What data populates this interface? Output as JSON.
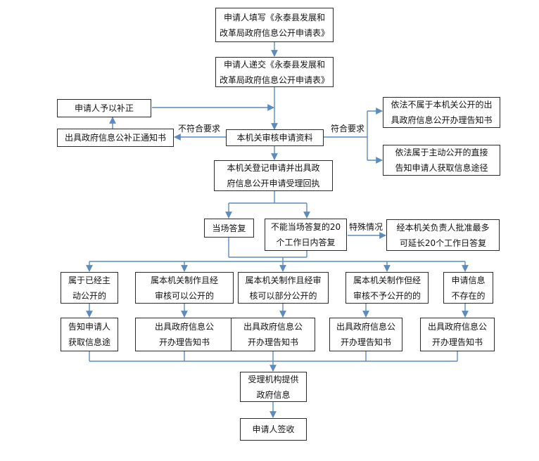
{
  "nodes": {
    "fill_form": [
      "申请人填写《永泰县发展和",
      "改革局政府信息公开申请表》"
    ],
    "submit_form": [
      "申请人递交《永泰县发展和",
      "改革局政府信息公开申请表》"
    ],
    "supplement": [
      "申请人予以补正"
    ],
    "correction_notice": [
      "出具政府信息公补正通知书"
    ],
    "review": [
      "本机关审核申请资料"
    ],
    "not_ours": [
      "依法不属于本机关公开的出",
      "具政府信息公开办理告知书"
    ],
    "proactive": [
      "依法属于主动公开的直接",
      "告知申请人获取信息途径"
    ],
    "register": [
      "本机关登记申请并出具政",
      "府信息公开申请受理回执"
    ],
    "immediate": [
      "当场答复"
    ],
    "within20": [
      "不能当场答复的20",
      "个工作日内答复"
    ],
    "extend": [
      "经本机关负责人批准最多",
      "可延长20个工作日答复"
    ],
    "already_public": [
      "属于已经主",
      "动公开的"
    ],
    "can_public": [
      "属本机关制作且经",
      "审核可以公开的"
    ],
    "partial_public": [
      "属本机关制作且经审",
      "核可以部分公开的"
    ],
    "not_public": [
      "属本机关制作但经",
      "审核不予公开的的"
    ],
    "not_exist": [
      "申请信息",
      "不存在的"
    ],
    "tell_applicant": [
      "告知申请人",
      "获取信息途"
    ],
    "notice_1": [
      "出具政府信息公",
      "开办理告知书"
    ],
    "notice_2": [
      "出具政府信息公",
      "开办理告知书"
    ],
    "notice_3": [
      "出具政府信息公",
      "开办理告知书"
    ],
    "notice_4": [
      "出具政府信息公",
      "开办理告知书"
    ],
    "provide": [
      "受理机构提供",
      "政府信息"
    ],
    "sign": [
      "申请人签收"
    ]
  },
  "edge_labels": {
    "not_meet": "不符合要求",
    "meet": "符合要求",
    "special": "特殊情况"
  },
  "colors": {
    "connector": "#5b8bbf",
    "border": "#2a2a2a"
  }
}
